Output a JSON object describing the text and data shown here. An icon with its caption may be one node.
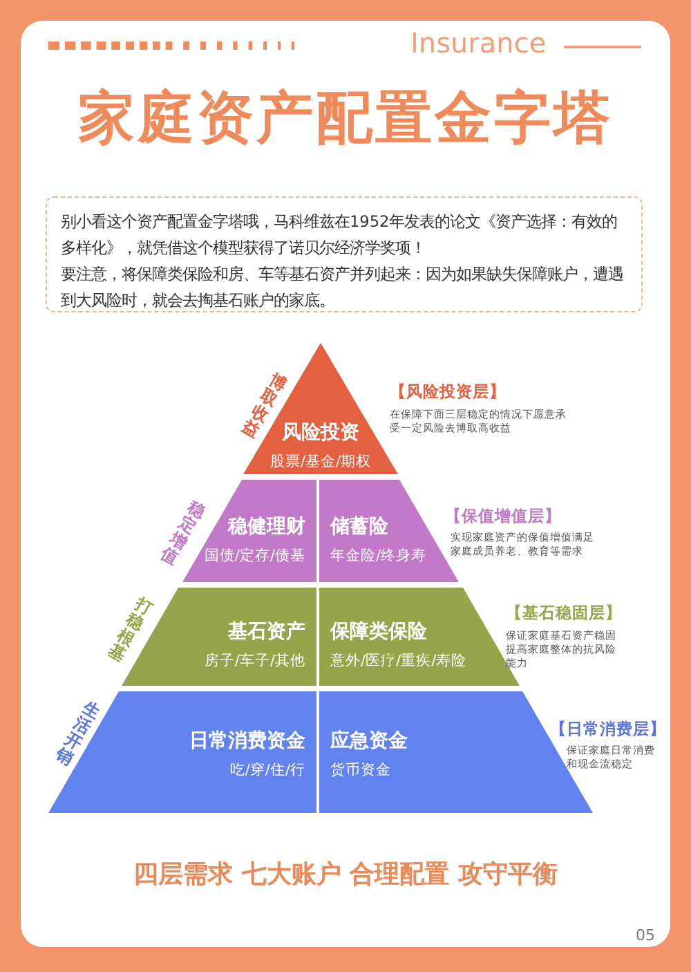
{
  "diagram": {
    "title": "家庭资产配置金字塔",
    "caption": "四层需求 七大账户 合理配置 攻守平衡",
    "nodes": [
      {
        "text": [
          "别小看这个资产配置金字塔哦，马科维兹在1952年发表的论文《资产选择：有效的多样化》，就凭借这个模型获得了诺贝尔经济学奖项！",
          "要注意，将保障类保险和房、车等基石资产并列起来：因为如果缺失保障账户，遭遇到大风险时，就会去掏基石账户的家底。"
        ]
      },
      {
        "text": [
          "风险投资",
          "股票/基金/期权"
        ],
        "beside": [
          "博取收益",
          "【风险投资层】",
          "在保障下面三层稳定的情况下愿意承受一定风险去博取高收益"
        ]
      },
      {
        "text": [],
        "shape": "trapezoid",
        "beside": [
          "稳定增值",
          "【保值增值层】",
          "实现家庭资产的保值增值满足家庭成员养老、教育等需求"
        ]
      },
      {
        "text": [
          "稳健理财",
          "国债/定存/债基"
        ],
        "in": 2
      },
      {
        "text": [
          "储蓄险",
          "年金险/终身寿"
        ],
        "in": 2
      },
      {
        "text": [],
        "shape": "trapezoid",
        "beside": [
          "打稳根基",
          "【基石稳固层】",
          "保证家庭基石资产稳固提高家庭整体的抗风险能力"
        ]
      },
      {
        "text": [
          "基石资产",
          "房子/车子/其他"
        ],
        "in": 5
      },
      {
        "text": [
          "保障类保险",
          "意外/医疗/重疾/寿险"
        ],
        "in": 5
      },
      {
        "text": [],
        "shape": "trapezoid",
        "beside": [
          "生活开销",
          "【日常消费层】",
          "保证家庭日常消费和现金流稳定"
        ]
      },
      {
        "text": [
          "日常消费资金",
          "吃/穿/住/行"
        ],
        "in": 8
      },
      {
        "text": [
          "应急资金",
          "货币资金"
        ],
        "in": 8
      }
    ],
    "edges": [],
    "labels": [
      "Insurance",
      "05"
    ]
  }
}
